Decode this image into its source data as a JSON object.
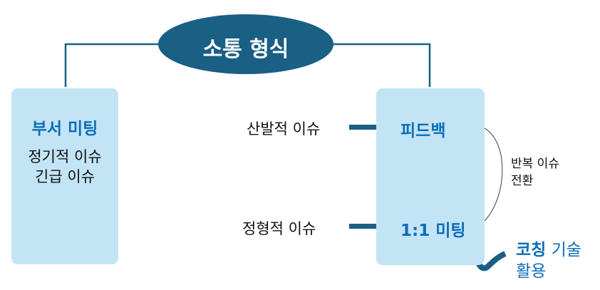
{
  "title": "소통 형식",
  "left_box": {
    "heading": "부서 미팅",
    "lines": [
      "정기적 이슈",
      "긴급 이슈"
    ]
  },
  "inputs": {
    "sporadic": "산발적 이슈",
    "routine": "정형적 이슈"
  },
  "right_box": {
    "feedback": "피드백",
    "one_on_one": "1:1 미팅"
  },
  "transition_note": {
    "line1": "반복 이슈",
    "line2": "전환"
  },
  "coaching_note": {
    "bold": "코칭",
    "rest": " 기술",
    "line2": "활용"
  },
  "colors": {
    "primary_dark": "#1a5f84",
    "box_fill": "#c3e4f5",
    "accent_text": "#0d6eb7"
  }
}
